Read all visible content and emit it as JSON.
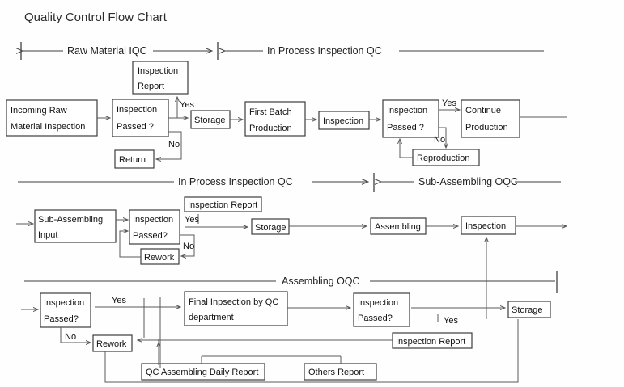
{
  "chart_data": {
    "type": "diagram",
    "title": "Quality Control Flow Chart",
    "diagram_kind": "flowchart",
    "bands": [
      "Raw Material IQC",
      "In Process Inspection QC",
      "In Process Inspection QC",
      "Sub-Assembling OQC",
      "Assembling OQC"
    ],
    "nodes": [
      "Incoming Raw Material Inspection",
      "Inspection Passed ?",
      "Inspection Report",
      "Return",
      "Storage",
      "First Batch Production",
      "Inspection",
      "Inspection Passed ?",
      "Continue Production",
      "Reproduction",
      "Sub-Assembling Input",
      "Inspection Passed?",
      "Inspection Report",
      "Rework",
      "Storage",
      "Assembling",
      "Inspection",
      "Inspection Passed?",
      "Final Inpsection by QC department",
      "Rework",
      "Inspection Report",
      "Storage",
      "QC Assembling Daily Report",
      "Others Report"
    ],
    "edge_labels": [
      "Yes",
      "No",
      "Yes",
      "No",
      "Yes",
      "No",
      "Yes",
      "No",
      "Yes"
    ]
  },
  "title": {
    "text": "Quality Control Flow Chart"
  },
  "bands": {
    "row1_left": "Raw Material IQC",
    "row1_right": "In Process Inspection QC",
    "row2_left": "In Process Inspection QC",
    "row2_right": "Sub-Assembling OQC",
    "row3": "Assembling OQC"
  },
  "row1": {
    "incoming_line1": "Incoming Raw",
    "incoming_line2": "Material Inspection",
    "inspection_line1": "Inspection",
    "inspection_line2": "Passed ?",
    "report_line1": "Inspection",
    "report_line2": "Report",
    "yes": "Yes",
    "no": "No",
    "return": "Return",
    "storage": "Storage",
    "firstbatch_line1": "First Batch",
    "firstbatch_line2": "Production",
    "inspection2": "Inspection",
    "inspection3_line1": "Inspection",
    "inspection3_line2": "Passed ?",
    "yes2": "Yes",
    "no2": "No",
    "continue_line1": "Continue",
    "continue_line2": "Production",
    "reproduction": "Reproduction"
  },
  "row2": {
    "subassembling_line1": "Sub-Assembling",
    "subassembling_line2": "Input",
    "inspection_line1": "Inspection",
    "inspection_line2": "Passed?",
    "report": "Inspection Report",
    "yes": "Yes",
    "no": "No",
    "rework": "Rework",
    "storage": "Storage",
    "assembling": "Assembling",
    "inspection": "Inspection"
  },
  "row3": {
    "inspection_line1": "Inspection",
    "inspection_line2": "Passed?",
    "yes": "Yes",
    "no": "No",
    "final_line1": "Final Inpsection by QC",
    "final_line2": "department",
    "rework": "Rework",
    "inspection2_line1": "Inspection",
    "inspection2_line2": "Passed?",
    "yes2": "Yes",
    "report": "Inspection Report",
    "storage": "Storage",
    "daily_report": "QC Assembling Daily Report",
    "others_report": "Others Report"
  },
  "colors": {
    "background": "#fefefe",
    "box_stroke": "#3c3c3c",
    "connector": "#4a4a4a",
    "text": "#111111",
    "title_text": "#2b2b2b"
  }
}
